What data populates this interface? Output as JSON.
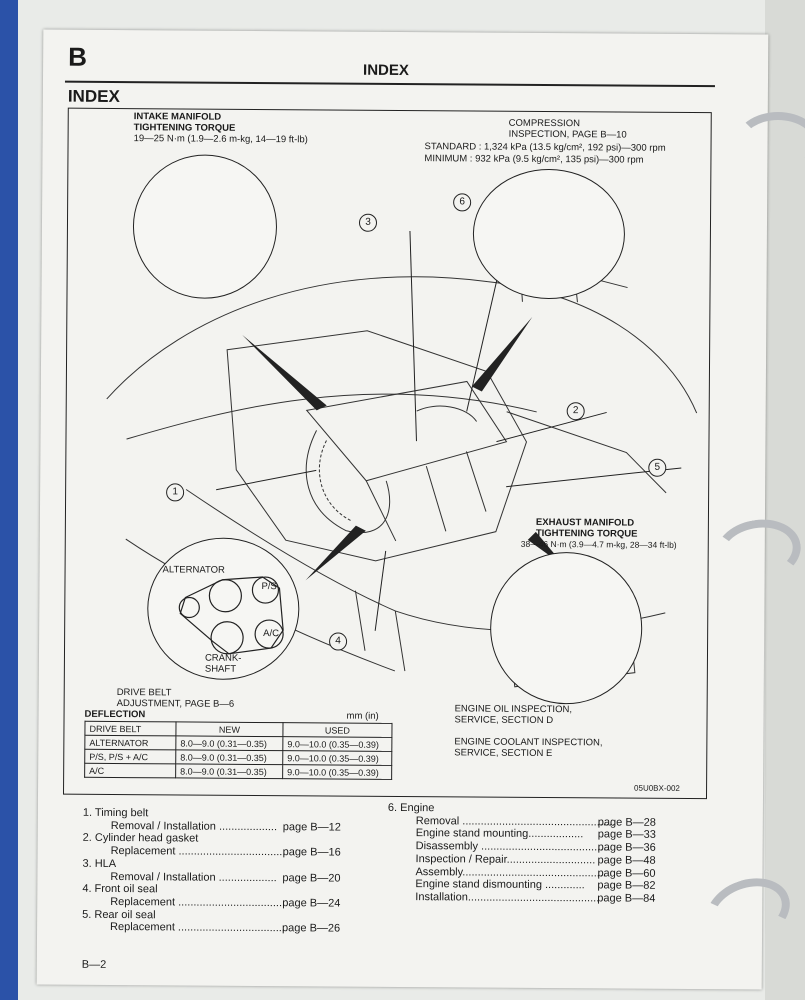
{
  "header": {
    "section_letter": "B",
    "title": "INDEX",
    "subtitle": "INDEX"
  },
  "figure": {
    "intake": {
      "title_line1": "INTAKE MANIFOLD",
      "title_line2": "TIGHTENING TORQUE",
      "value": "19—25 N·m (1.9—2.6 m-kg, 14—19 ft-lb)"
    },
    "compression": {
      "title_line1": "COMPRESSION",
      "title_line2": "INSPECTION, PAGE B—10",
      "standard": "STANDARD : 1,324 kPa (13.5 kg/cm², 192 psi)—300 rpm",
      "minimum": "MINIMUM   : 932 kPa (9.5 kg/cm², 135 psi)—300 rpm"
    },
    "exhaust": {
      "title_line1": "EXHAUST MANIFOLD",
      "title_line2": "TIGHTENING TORQUE",
      "value": "38—46 N·m (3.9—4.7 m-kg, 28—34 ft-lb)"
    },
    "belt_labels": {
      "alternator": "ALTERNATOR",
      "ps": "P/S",
      "ac": "A/C",
      "crank1": "CRANK-",
      "crank2": "SHAFT"
    },
    "drive_belt_line1": "DRIVE BELT",
    "drive_belt_line2": "ADJUSTMENT, PAGE B—6",
    "oil_line1": "ENGINE OIL INSPECTION,",
    "oil_line2": "SERVICE, SECTION D",
    "coolant_line1": "ENGINE COOLANT INSPECTION,",
    "coolant_line2": "SERVICE, SECTION E",
    "callouts": [
      "1",
      "2",
      "3",
      "4",
      "5",
      "6"
    ],
    "figure_code": "05U0BX-002"
  },
  "deflection": {
    "title": "DEFLECTION",
    "unit": "mm (in)",
    "headers": [
      "DRIVE BELT",
      "NEW",
      "USED"
    ],
    "rows": [
      [
        "ALTERNATOR",
        "8.0—9.0 (0.31—0.35)",
        "9.0—10.0 (0.35—0.39)"
      ],
      [
        "P/S, P/S + A/C",
        "8.0—9.0 (0.31—0.35)",
        "9.0—10.0 (0.35—0.39)"
      ],
      [
        "A/C",
        "8.0—9.0 (0.31—0.35)",
        "9.0—10.0 (0.35—0.39)"
      ]
    ]
  },
  "index_left": {
    "i1_title": "1. Timing belt",
    "i1_sub": "Removal / Installation ...................",
    "i1_page": "page B—12",
    "i2_title": "2. Cylinder head gasket",
    "i2_sub": "Replacement ...................................",
    "i2_page": "page B—16",
    "i3_title": "3. HLA",
    "i3_sub": "Removal / Installation ...................",
    "i3_page": "page B—20",
    "i4_title": "4. Front oil seal",
    "i4_sub": "Replacement ...................................",
    "i4_page": "page B—24",
    "i5_title": "5. Rear oil seal",
    "i5_sub": "Replacement ...................................",
    "i5_page": "page B—26"
  },
  "index_right": {
    "title": "6. Engine",
    "items": [
      {
        "label": "Removal ..................................................",
        "page": "page B—28"
      },
      {
        "label": "Engine stand mounting..................",
        "page": "page B—33"
      },
      {
        "label": "Disassembly ..........................................",
        "page": "page B—36"
      },
      {
        "label": "Inspection / Repair.............................",
        "page": "page B—48"
      },
      {
        "label": "Assembly...............................................",
        "page": "page B—60"
      },
      {
        "label": "Engine stand dismounting .............",
        "page": "page B—82"
      },
      {
        "label": "Installation...........................................",
        "page": "page B—84"
      }
    ]
  },
  "footer": {
    "page_number": "B—2"
  }
}
